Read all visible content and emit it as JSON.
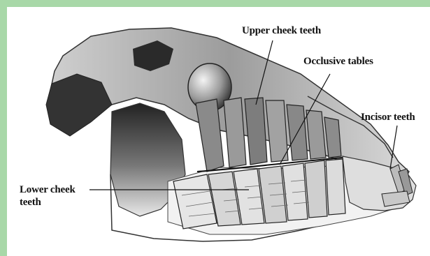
{
  "labels": {
    "upper_cheek_teeth": "Upper cheek teeth",
    "occlusive_tables": "Occlusive tables",
    "incisor_teeth": "Incisor teeth",
    "lower_cheek_teeth_line1": "Lower cheek",
    "lower_cheek_teeth_line2": "teeth"
  },
  "colors": {
    "frame": "#a8d8a8",
    "background": "#ffffff",
    "ink": "#111111"
  }
}
